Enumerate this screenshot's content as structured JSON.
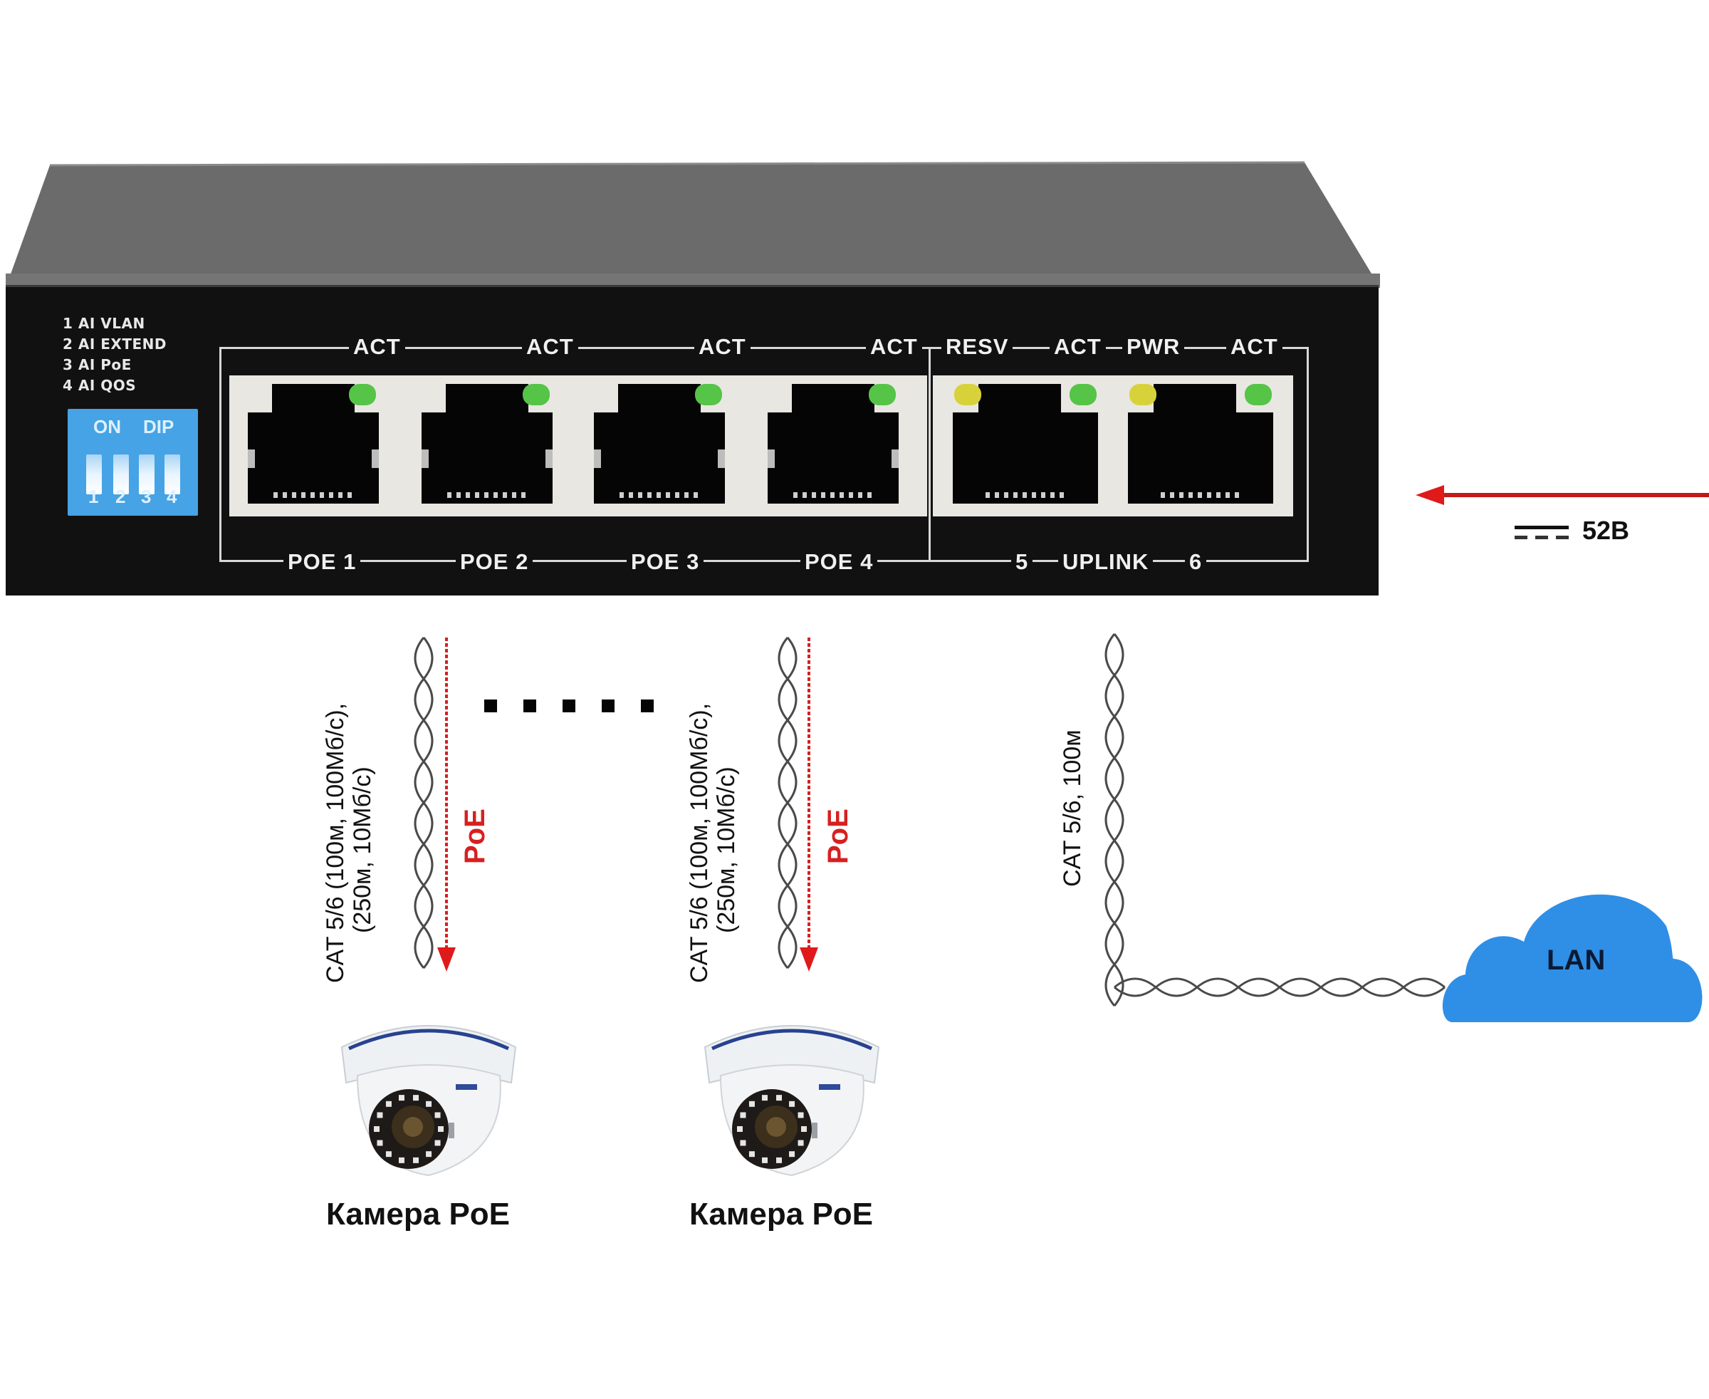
{
  "diagram": {
    "title": "PoE switch connection diagram",
    "colors": {
      "switch_body": "#111112",
      "switch_top": "#6a6a6a",
      "port_frame": "#e9e7e2",
      "led_green": "#55c447",
      "led_yellow": "#d8d23a",
      "dip_blue": "#45a3e6",
      "power_arrow": "#d62020",
      "poe_arrow": "#d62020",
      "cloud": "#2f8fe6",
      "cable": "#555555"
    },
    "switch": {
      "dip_legend": [
        "1 AI VLAN",
        "2 AI EXTEND",
        "3 AI PoE",
        "4 AI QOS"
      ],
      "dip_switch": {
        "title_left": "ON",
        "title_right": "DIP",
        "positions": [
          "1",
          "2",
          "3",
          "4"
        ]
      },
      "top_labels": [
        "ACT",
        "ACT",
        "ACT",
        "ACT",
        "RESV",
        "ACT",
        "PWR",
        "ACT"
      ],
      "bottom_labels": {
        "poe_ports": [
          "POE 1",
          "POE 2",
          "POE 3",
          "POE 4"
        ],
        "uplink": "UPLINK",
        "uplink_port_left": "5",
        "uplink_port_right": "6"
      },
      "ports": [
        {
          "name": "POE 1",
          "leds": [
            "green"
          ]
        },
        {
          "name": "POE 2",
          "leds": [
            "green"
          ]
        },
        {
          "name": "POE 3",
          "leds": [
            "green"
          ]
        },
        {
          "name": "POE 4",
          "leds": [
            "green"
          ]
        },
        {
          "name": "5",
          "leds": [
            "yellow",
            "green"
          ]
        },
        {
          "name": "6",
          "leds": [
            "yellow",
            "green"
          ]
        }
      ]
    },
    "power": {
      "voltage": "52В",
      "symbol": "dc-icon"
    },
    "cables": {
      "poe_cable_line1": "CAT 5/6 (100м, 100Мб/с),",
      "poe_cable_line2": "(250м, 10Мб/с)",
      "poe_direction_label": "PoE",
      "uplink_cable": "CAT 5/6, 100м"
    },
    "ellipsis_dots": 5,
    "cameras": [
      {
        "label": "Камера PoE"
      },
      {
        "label": "Камера PoE"
      }
    ],
    "network": {
      "label": "LAN"
    }
  }
}
